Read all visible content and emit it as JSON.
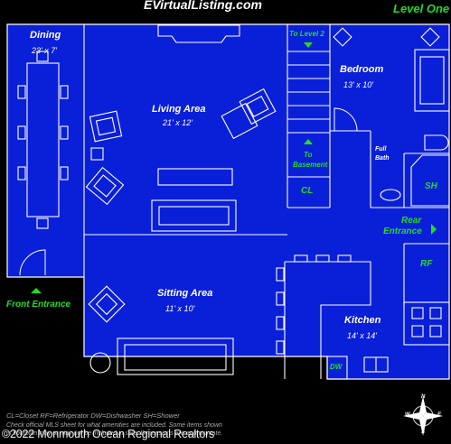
{
  "header": {
    "watermark": "EVirtualListing.com",
    "level": "Level One"
  },
  "rooms": {
    "dining": {
      "name": "Dining",
      "dims": "23' x 7'"
    },
    "living": {
      "name": "Living Area",
      "dims": "21' x 12'"
    },
    "bedroom": {
      "name": "Bedroom",
      "dims": "13' x 10'"
    },
    "sitting": {
      "name": "Sitting Area",
      "dims": "11' x 10'"
    },
    "kitchen": {
      "name": "Kitchen",
      "dims": "14' x 14'"
    },
    "full_bath": {
      "line1": "Full",
      "line2": "Bath"
    }
  },
  "markers": {
    "to_level2": "To Level 2",
    "to_basement_1": "To",
    "to_basement_2": "Basement",
    "closet": "CL",
    "shower": "SH",
    "fridge": "RF",
    "dishwasher": "DW",
    "rear_entrance_1": "Rear",
    "rear_entrance_2": "Entrance",
    "front_entrance": "Front Entrance"
  },
  "footer": {
    "legend": "CL=Closet RF=Refrigerator  DW=Dishwasher  SH=Shower",
    "disclaimer_1": "Check official MLS sheet for what amenities are included. Some items shown",
    "disclaimer_2": "in floorplan may or may not be included in sale. Dimensions are approximate.",
    "copyright": "©2022 Monmouth Ocean Regional Realtors",
    "compass": {
      "n": "N",
      "s": "S",
      "e": "E",
      "w": "W"
    }
  },
  "colors": {
    "background": "#000000",
    "floor": "#0a1fd8",
    "line": "#ffffff",
    "accent": "#22dd22"
  }
}
